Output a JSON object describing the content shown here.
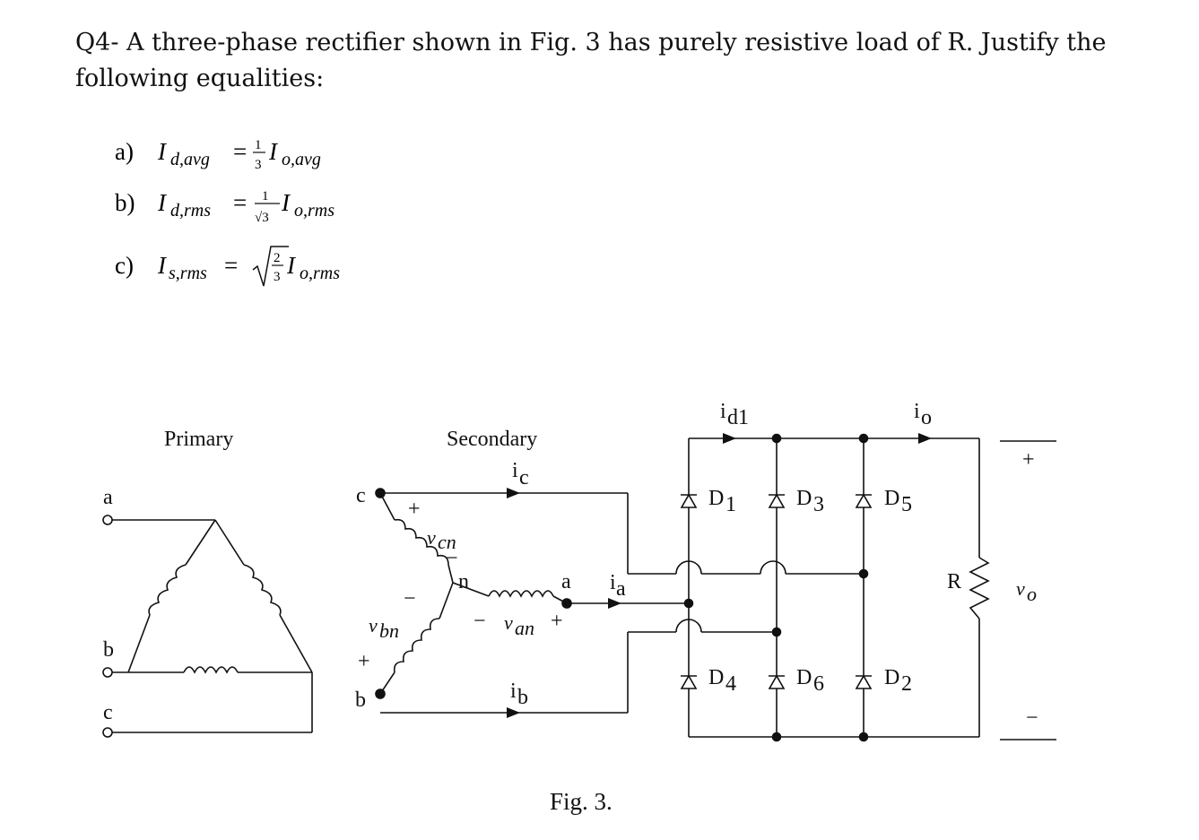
{
  "question": {
    "text": "Q4- A three-phase rectifier shown in Fig. 3 has purely resistive load of R. Justify the following equalities:"
  },
  "equations": [
    {
      "label": "a)",
      "lhs": "I",
      "lhs_sub": "d,avg",
      "coef_num": "1",
      "coef_den": "3",
      "rhs": "I",
      "rhs_sub": "o,avg"
    },
    {
      "label": "b)",
      "lhs": "I",
      "lhs_sub": "d,rms",
      "coef_num": "1",
      "coef_den": "√3",
      "rhs": "I",
      "rhs_sub": "o,rms"
    },
    {
      "label": "c)",
      "lhs": "I",
      "lhs_sub": "s,rms",
      "coef_num": "2",
      "coef_den": "3",
      "rhs": "I",
      "rhs_sub": "o,rms"
    }
  ],
  "figure": {
    "primary_label": "Primary",
    "secondary_label": "Secondary",
    "primary_terminals": [
      "a",
      "b",
      "c"
    ],
    "secondary_terminals": {
      "c": "c",
      "b": "b",
      "a": "a",
      "n": "n"
    },
    "voltages": {
      "cn": "v",
      "cn_sub": "cn",
      "bn": "v",
      "bn_sub": "bn",
      "an": "v",
      "an_sub": "an",
      "o": "v",
      "o_sub": "o"
    },
    "currents": {
      "c": "i",
      "c_sub": "c",
      "a": "i",
      "a_sub": "a",
      "b": "i",
      "b_sub": "b",
      "d1": "i",
      "d1_sub": "d1",
      "o": "i",
      "o_sub": "o"
    },
    "signs": {
      "plus": "+",
      "minus": "−"
    },
    "diodes": [
      {
        "name": "D",
        "sub": "1"
      },
      {
        "name": "D",
        "sub": "3"
      },
      {
        "name": "D",
        "sub": "5"
      },
      {
        "name": "D",
        "sub": "4"
      },
      {
        "name": "D",
        "sub": "6"
      },
      {
        "name": "D",
        "sub": "2"
      }
    ],
    "resistor_label": "R",
    "caption": "Fig. 3."
  }
}
